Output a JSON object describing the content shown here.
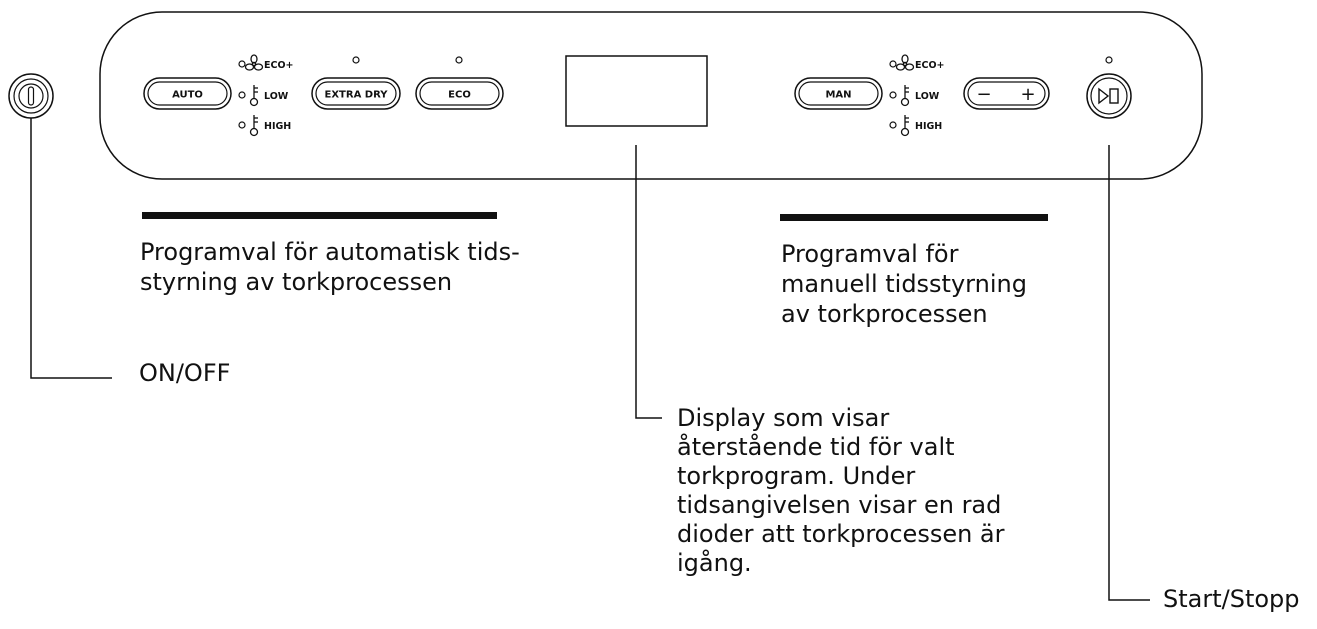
{
  "panel": {
    "auto_button": "AUTO",
    "extra_dry_button": "EXTRA DRY",
    "eco_button": "ECO",
    "man_button": "MAN",
    "minus_symbol": "−",
    "plus_symbol": "+",
    "auto_indicators": [
      "ECO+",
      "LOW",
      "HIGH"
    ],
    "man_indicators": [
      "ECO+",
      "LOW",
      "HIGH"
    ]
  },
  "captions": {
    "auto_program": [
      "Programval för automatisk tids-",
      "styrning av torkprocessen"
    ],
    "manual_program": [
      "Programval för",
      "manuell tidsstyrning",
      "av torkprocessen"
    ],
    "on_off": "ON/OFF",
    "display": [
      "Display som visar",
      "återstående tid för valt",
      "torkprogram. Under",
      "tidsangivelsen visar en rad",
      "dioder att torkprocessen är",
      "igång."
    ],
    "start_stop": "Start/Stopp"
  }
}
